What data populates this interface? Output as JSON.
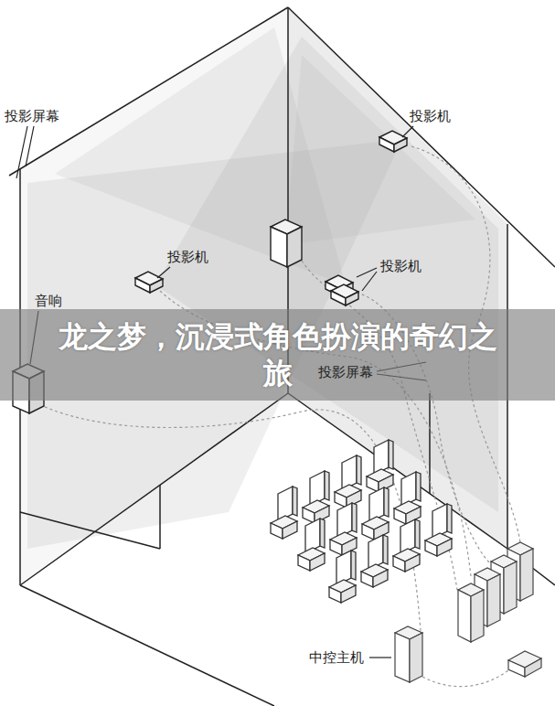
{
  "diagram": {
    "title": "龙之梦，沉浸式角色扮演的奇幻之旅",
    "labels": [
      "投影屏幕",
      "投影机",
      "投影机",
      "投影机",
      "音响",
      "投影屏幕",
      "中控主机"
    ]
  }
}
